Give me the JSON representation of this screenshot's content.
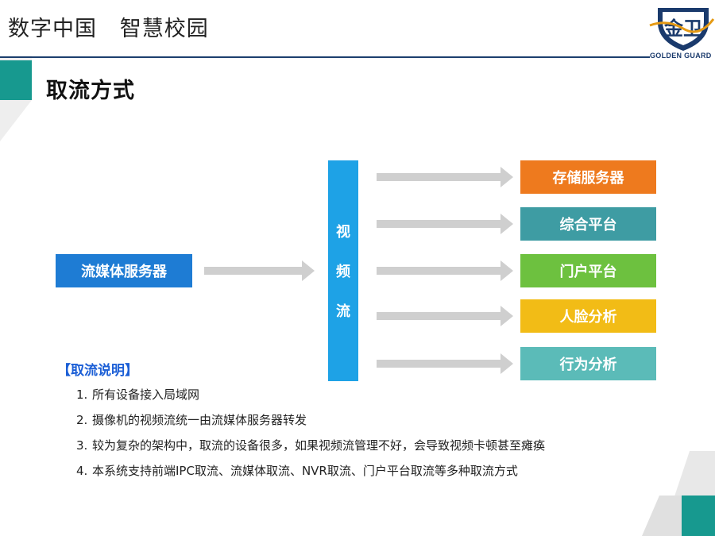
{
  "header": {
    "title": "数字中国   智慧校园",
    "logo_text": "GOLDEN GUARD"
  },
  "page_title": "取流方式",
  "diagram": {
    "source": "流媒体服务器",
    "stream": [
      "视",
      "频",
      "流"
    ],
    "targets": [
      "存储服务器",
      "综合平台",
      "门户平台",
      "人脸分析",
      "行为分析"
    ],
    "colors": {
      "source": "#1e7cd4",
      "stream": "#1ea2e6",
      "targets": [
        "#ee7a1e",
        "#3e9ca3",
        "#6dc13f",
        "#f2bc16",
        "#5bbbb8"
      ],
      "arrow": "#cfcfcf"
    }
  },
  "notes": {
    "title": "【取流说明】",
    "items": [
      {
        "num": "1.",
        "text": "所有设备接入局域网"
      },
      {
        "num": "2.",
        "text": "摄像机的视频流统一由流媒体服务器转发"
      },
      {
        "num": "3.",
        "text": "较为复杂的架构中，取流的设备很多，如果视频流管理不好，会导致视频卡顿甚至瘫痪"
      },
      {
        "num": "4.",
        "text": "本系统支持前端IPC取流、流媒体取流、NVR取流、门户平台取流等多种取流方式"
      }
    ]
  }
}
